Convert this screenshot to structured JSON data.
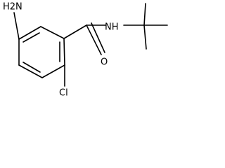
{
  "molecule": {
    "atoms": {
      "amine": "H2N",
      "amide_nitrogen": "NH",
      "carbonyl_oxygen": "O",
      "chlorine": "Cl"
    }
  }
}
